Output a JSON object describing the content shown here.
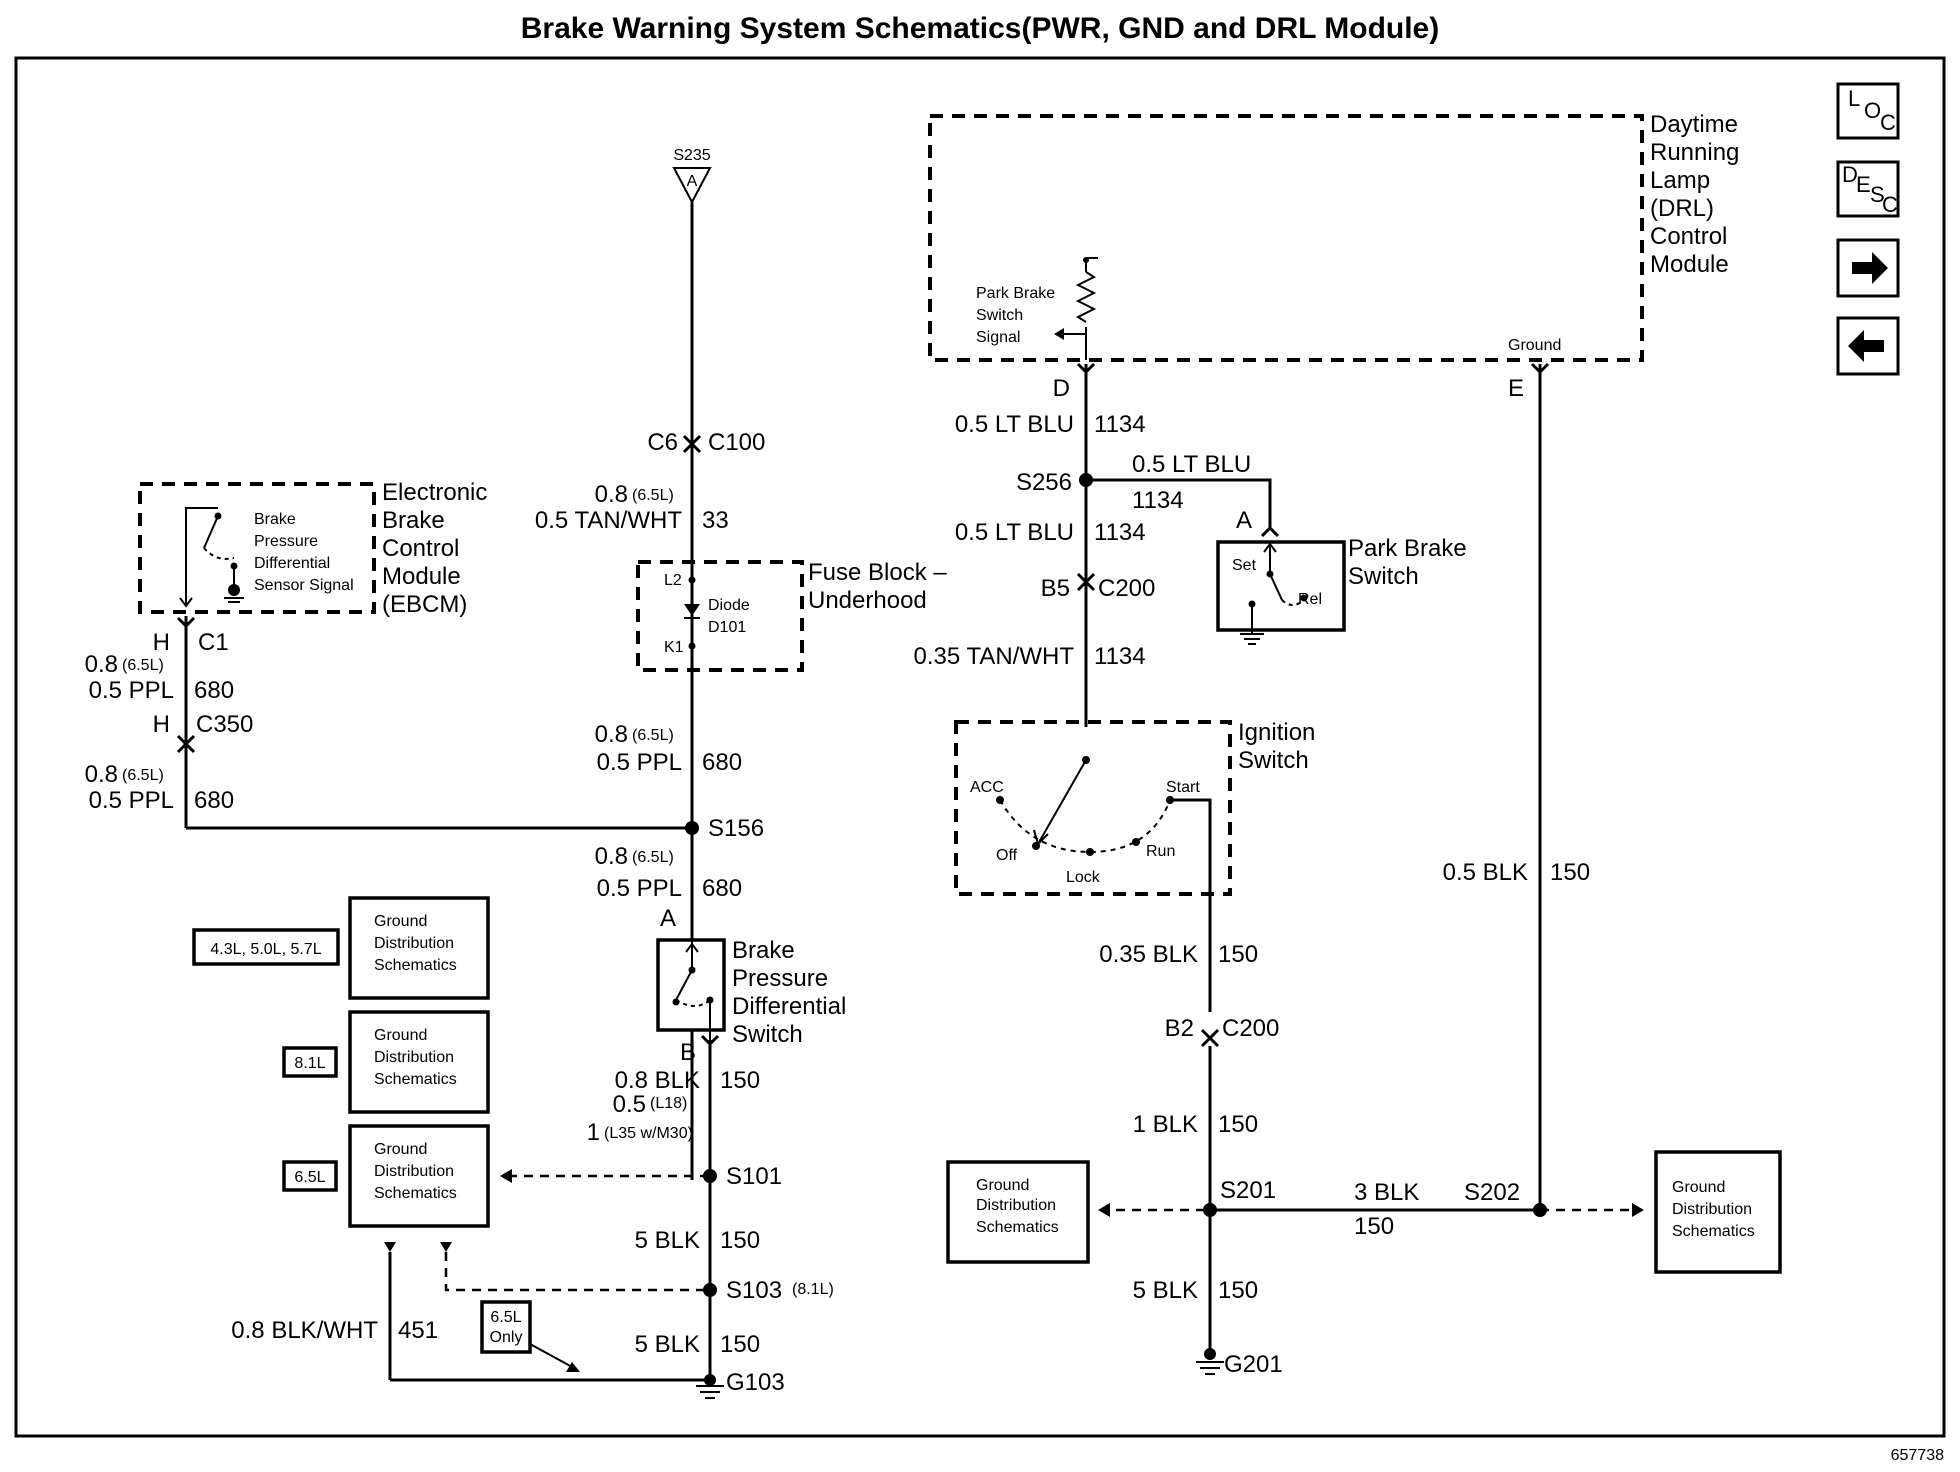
{
  "title": "Brake Warning System Schematics(PWR, GND and DRL Module)",
  "figure_number": "657738",
  "nav": {
    "loc": {
      "l": "L",
      "o": "O",
      "c": "C"
    },
    "desc": {
      "d": "D",
      "e": "E",
      "s": "S",
      "c": "C"
    }
  },
  "components": {
    "drl_module": [
      "Daytime",
      "Running",
      "Lamp",
      "(DRL)",
      "Control",
      "Module"
    ],
    "park_brake_signal": [
      "Park Brake",
      "Switch",
      "Signal"
    ],
    "ground_pin_label": "Ground",
    "ebcm": [
      "Electronic",
      "Brake",
      "Control",
      "Module",
      "(EBCM)"
    ],
    "ebcm_sensor": [
      "Brake",
      "Pressure",
      "Differential",
      "Sensor Signal"
    ],
    "fuse_block": [
      "Fuse Block –",
      "Underhood"
    ],
    "diode": [
      "Diode",
      "D101"
    ],
    "park_brake_switch": [
      "Park Brake",
      "Switch"
    ],
    "pbs_set": "Set",
    "pbs_rel": "Rel",
    "ignition_switch": [
      "Ignition",
      "Switch"
    ],
    "ign_positions": {
      "acc": "ACC",
      "off": "Off",
      "lock": "Lock",
      "run": "Run",
      "start": "Start"
    },
    "bpd_switch": [
      "Brake",
      "Pressure",
      "Differential",
      "Switch"
    ],
    "ground_dist": [
      "Ground",
      "Distribution",
      "Schematics"
    ]
  },
  "engine_tags": {
    "v1": "4.3L, 5.0L, 5.7L",
    "v2": "8.1L",
    "v3": "6.5L",
    "only": [
      "6.5L",
      "Only"
    ]
  },
  "splices": {
    "s235": "S235",
    "s235_pin": "A",
    "s256": "S256",
    "s156": "S156",
    "s101": "S101",
    "s103": "S103",
    "s103_note": "(8.1L)",
    "s201": "S201",
    "s202": "S202",
    "g103": "G103",
    "g201": "G201"
  },
  "connectors": {
    "c6": "C6",
    "c100": "C100",
    "l2": "L2",
    "k1": "K1",
    "d": "D",
    "e": "E",
    "b5": "B5",
    "c200": "C200",
    "b2": "B2",
    "h1": "H",
    "c1": "C1",
    "h2": "H",
    "c350": "C350",
    "pin_a": "A",
    "pin_b": "B",
    "pbs_a": "A"
  },
  "wires": {
    "w08_65": "0.8",
    "w08_65_note": "(6.5L)",
    "tan_wht": "0.5 TAN/WHT",
    "n33": "33",
    "ppl": "0.5 PPL",
    "n680": "680",
    "lt_blu": "0.5 LT BLU",
    "n1134": "1134",
    "tan_wht_035": "0.35 TAN/WHT",
    "blk05": "0.5 BLK",
    "n150": "150",
    "blk035": "0.35 BLK",
    "blk1": "1 BLK",
    "blk3": "3 BLK",
    "blk5": "5 BLK",
    "blk08": "0.8 BLK",
    "blk_05": "0.5",
    "l18": "(L18)",
    "blk_1": "1",
    "l35": "(L35 w/M30)",
    "blk_wht": "0.8 BLK/WHT",
    "n451": "451"
  }
}
